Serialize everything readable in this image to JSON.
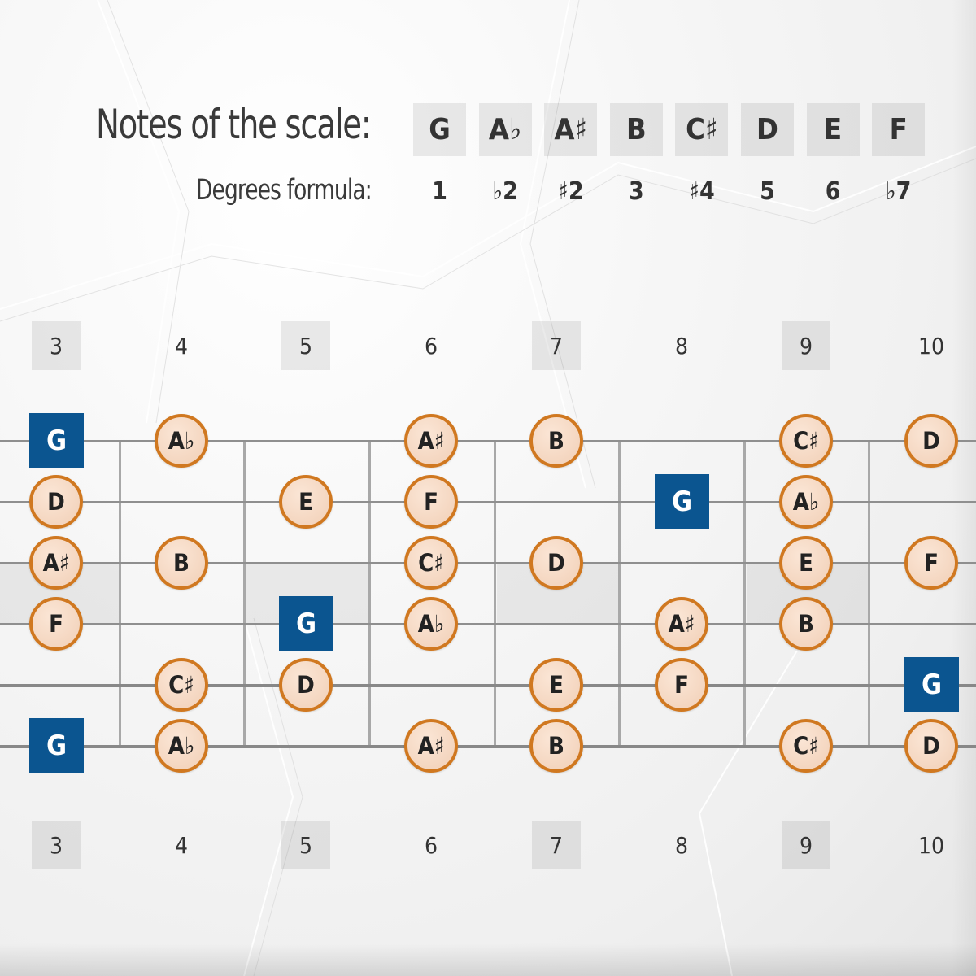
{
  "header": {
    "title": "Notes of the scale:",
    "subtitle": "Degrees formula:"
  },
  "scale": {
    "notes": [
      "G",
      "A♭",
      "A♯",
      "B",
      "C♯",
      "D",
      "E",
      "F"
    ],
    "degrees": [
      "1",
      "♭2",
      "♯2",
      "3",
      "♯4",
      "5",
      "6",
      "♭7"
    ]
  },
  "frets": {
    "numbers": [
      "3",
      "4",
      "5",
      "6",
      "7",
      "8",
      "9",
      "10"
    ],
    "shaded": [
      true,
      false,
      true,
      false,
      true,
      false,
      true,
      false
    ]
  },
  "colors": {
    "root": "#0b5590",
    "note_border": "#d07820",
    "note_fill": "#f3d6c0",
    "string": "#8f8f8f"
  },
  "fretboard": {
    "strings": [
      [
        {
          "fret": "3",
          "note": "G",
          "root": true
        },
        {
          "fret": "4",
          "note": "A♭"
        },
        {
          "fret": "6",
          "note": "A♯"
        },
        {
          "fret": "7",
          "note": "B"
        },
        {
          "fret": "9",
          "note": "C♯"
        },
        {
          "fret": "10",
          "note": "D"
        }
      ],
      [
        {
          "fret": "3",
          "note": "D"
        },
        {
          "fret": "5",
          "note": "E"
        },
        {
          "fret": "6",
          "note": "F"
        },
        {
          "fret": "8",
          "note": "G",
          "root": true
        },
        {
          "fret": "9",
          "note": "A♭"
        }
      ],
      [
        {
          "fret": "3",
          "note": "A♯"
        },
        {
          "fret": "4",
          "note": "B"
        },
        {
          "fret": "6",
          "note": "C♯"
        },
        {
          "fret": "7",
          "note": "D"
        },
        {
          "fret": "9",
          "note": "E"
        },
        {
          "fret": "10",
          "note": "F"
        }
      ],
      [
        {
          "fret": "3",
          "note": "F"
        },
        {
          "fret": "5",
          "note": "G",
          "root": true
        },
        {
          "fret": "6",
          "note": "A♭"
        },
        {
          "fret": "8",
          "note": "A♯"
        },
        {
          "fret": "9",
          "note": "B"
        }
      ],
      [
        {
          "fret": "4",
          "note": "C♯"
        },
        {
          "fret": "5",
          "note": "D"
        },
        {
          "fret": "7",
          "note": "E"
        },
        {
          "fret": "8",
          "note": "F"
        },
        {
          "fret": "10",
          "note": "G",
          "root": true
        }
      ],
      [
        {
          "fret": "3",
          "note": "G",
          "root": true
        },
        {
          "fret": "4",
          "note": "A♭"
        },
        {
          "fret": "6",
          "note": "A♯"
        },
        {
          "fret": "7",
          "note": "B"
        },
        {
          "fret": "9",
          "note": "C♯"
        },
        {
          "fret": "10",
          "note": "D"
        }
      ]
    ]
  }
}
